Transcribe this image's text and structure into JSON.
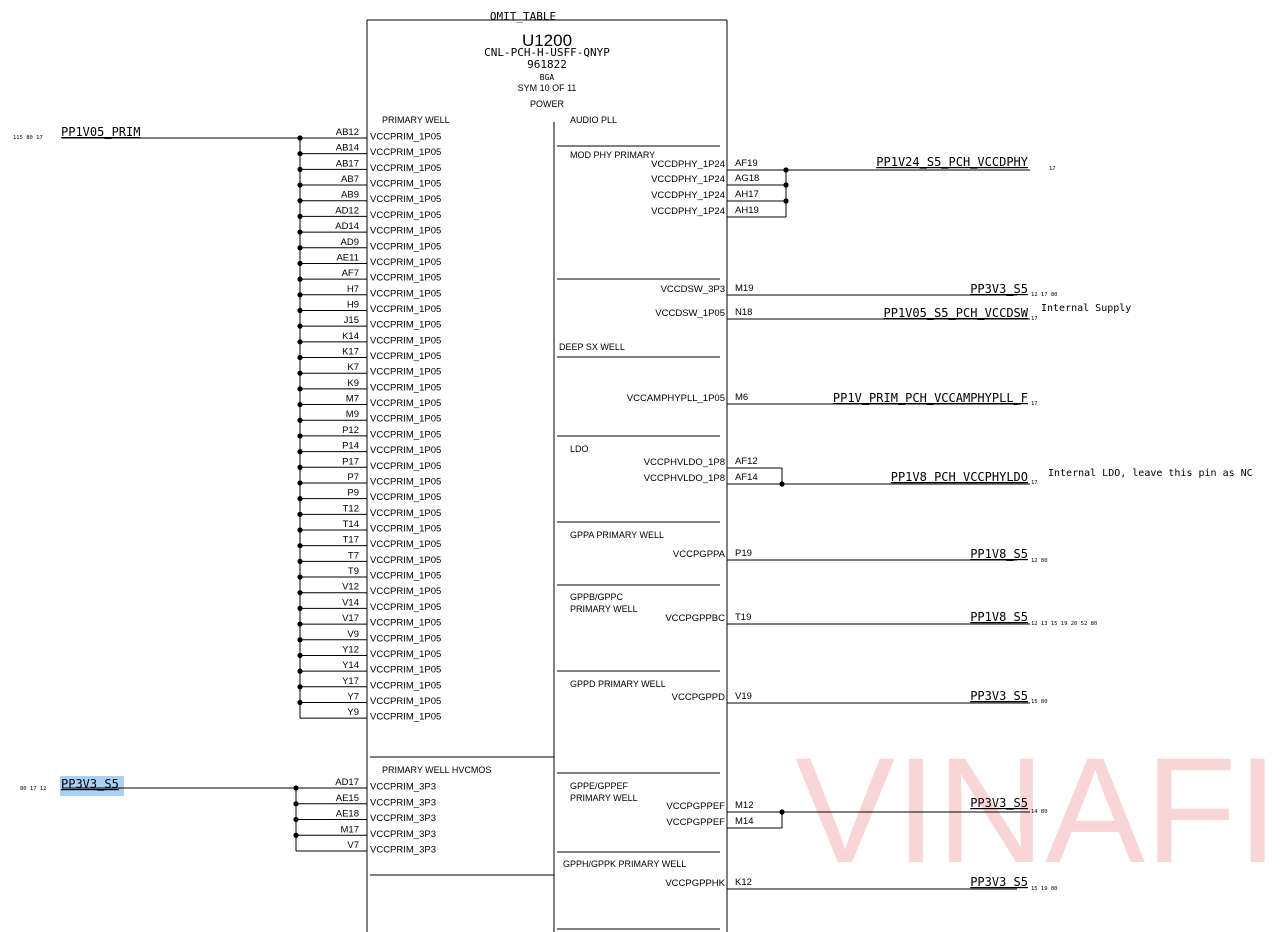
{
  "component": {
    "table": "OMIT_TABLE",
    "ref": "U1200",
    "part": "CNL-PCH-H-USFF-QNYP",
    "number": "961822",
    "package": "BGA",
    "symbol": "SYM 10 OF 11",
    "function": "POWER"
  },
  "left": {
    "primary_well": {
      "title": "PRIMARY WELL",
      "net": "PP1V05_PRIM",
      "net_pages": "115 80 17",
      "pin_name": "VCCPRIM_1P05",
      "pins": [
        "AB12",
        "AB14",
        "AB17",
        "AB7",
        "AB9",
        "AD12",
        "AD14",
        "AD9",
        "AE11",
        "AF7",
        "H7",
        "H9",
        "J15",
        "K14",
        "K17",
        "K7",
        "K9",
        "M7",
        "M9",
        "P12",
        "P14",
        "P17",
        "P7",
        "P9",
        "T12",
        "T14",
        "T17",
        "T7",
        "T9",
        "V12",
        "V14",
        "V17",
        "V9",
        "Y12",
        "Y14",
        "Y17",
        "Y7",
        "Y9"
      ]
    },
    "hvcmos": {
      "title": "PRIMARY WELL HVCMOS",
      "net": "PP3V3_S5",
      "net_pages": "80 17 12",
      "pin_name": "VCCPRIM_3P3",
      "pins": [
        "AD17",
        "AE15",
        "AE18",
        "M17",
        "V7"
      ]
    }
  },
  "right": {
    "sections": [
      {
        "title": "AUDIO PLL"
      },
      {
        "title": "MOD PHY PRIMARY"
      },
      {
        "title": "DEEP SX WELL"
      },
      {
        "title": "LDO"
      },
      {
        "title": "GPPA PRIMARY WELL"
      },
      {
        "title": "GPPB/GPPC",
        "title2": "PRIMARY WELL"
      },
      {
        "title": "GPPD PRIMARY WELL"
      },
      {
        "title": "GPPE/GPPEF",
        "title2": "PRIMARY WELL"
      },
      {
        "title": "GPPH/GPPK PRIMARY WELL"
      }
    ],
    "pins": [
      {
        "name": "VCCDPHY_1P24",
        "pin": "AF19"
      },
      {
        "name": "VCCDPHY_1P24",
        "pin": "AG18"
      },
      {
        "name": "VCCDPHY_1P24",
        "pin": "AH17"
      },
      {
        "name": "VCCDPHY_1P24",
        "pin": "AH19"
      },
      {
        "name": "VCCDSW_3P3",
        "pin": "M19"
      },
      {
        "name": "VCCDSW_1P05",
        "pin": "N18"
      },
      {
        "name": "VCCAMPHYPLL_1P05",
        "pin": "M6"
      },
      {
        "name": "VCCPHVLDO_1P8",
        "pin": "AF12"
      },
      {
        "name": "VCCPHVLDO_1P8",
        "pin": "AF14"
      },
      {
        "name": "VCCPGPPA",
        "pin": "P19"
      },
      {
        "name": "VCCPGPPBC",
        "pin": "T19"
      },
      {
        "name": "VCCPGPPD",
        "pin": "V19"
      },
      {
        "name": "VCCPGPPEF",
        "pin": "M12"
      },
      {
        "name": "VCCPGPPEF",
        "pin": "M14"
      },
      {
        "name": "VCCPGPPHK",
        "pin": "K12"
      }
    ],
    "nets": [
      {
        "name": "PP1V24_S5_PCH_VCCDPHY",
        "pages": "17"
      },
      {
        "name": "PP3V3_S5",
        "pages": "12 17 80"
      },
      {
        "name": "PP1V05_S5_PCH_VCCDSW",
        "pages": "17",
        "note": "Internal Supply"
      },
      {
        "name": "PP1V_PRIM_PCH_VCCAMPHYPLL_F",
        "pages": "17"
      },
      {
        "name": "PP1V8_PCH_VCCPHYLDO",
        "pages": "17",
        "note": "Internal LDO, leave this pin as NC"
      },
      {
        "name": "PP1V8_S5",
        "pages": "12 80"
      },
      {
        "name": "PP1V8_S5",
        "pages": "12 13 15 19 20 52 80"
      },
      {
        "name": "PP3V3_S5",
        "pages": "15 80"
      },
      {
        "name": "PP3V3_S5",
        "pages": "14 80"
      },
      {
        "name": "PP3V3_S5",
        "pages": "15 19 80"
      }
    ]
  },
  "watermark": "VINAFIX",
  "colors": {
    "line": "#000000",
    "highlight": "#a9d1f5",
    "watermark": "#f8d6d6"
  }
}
